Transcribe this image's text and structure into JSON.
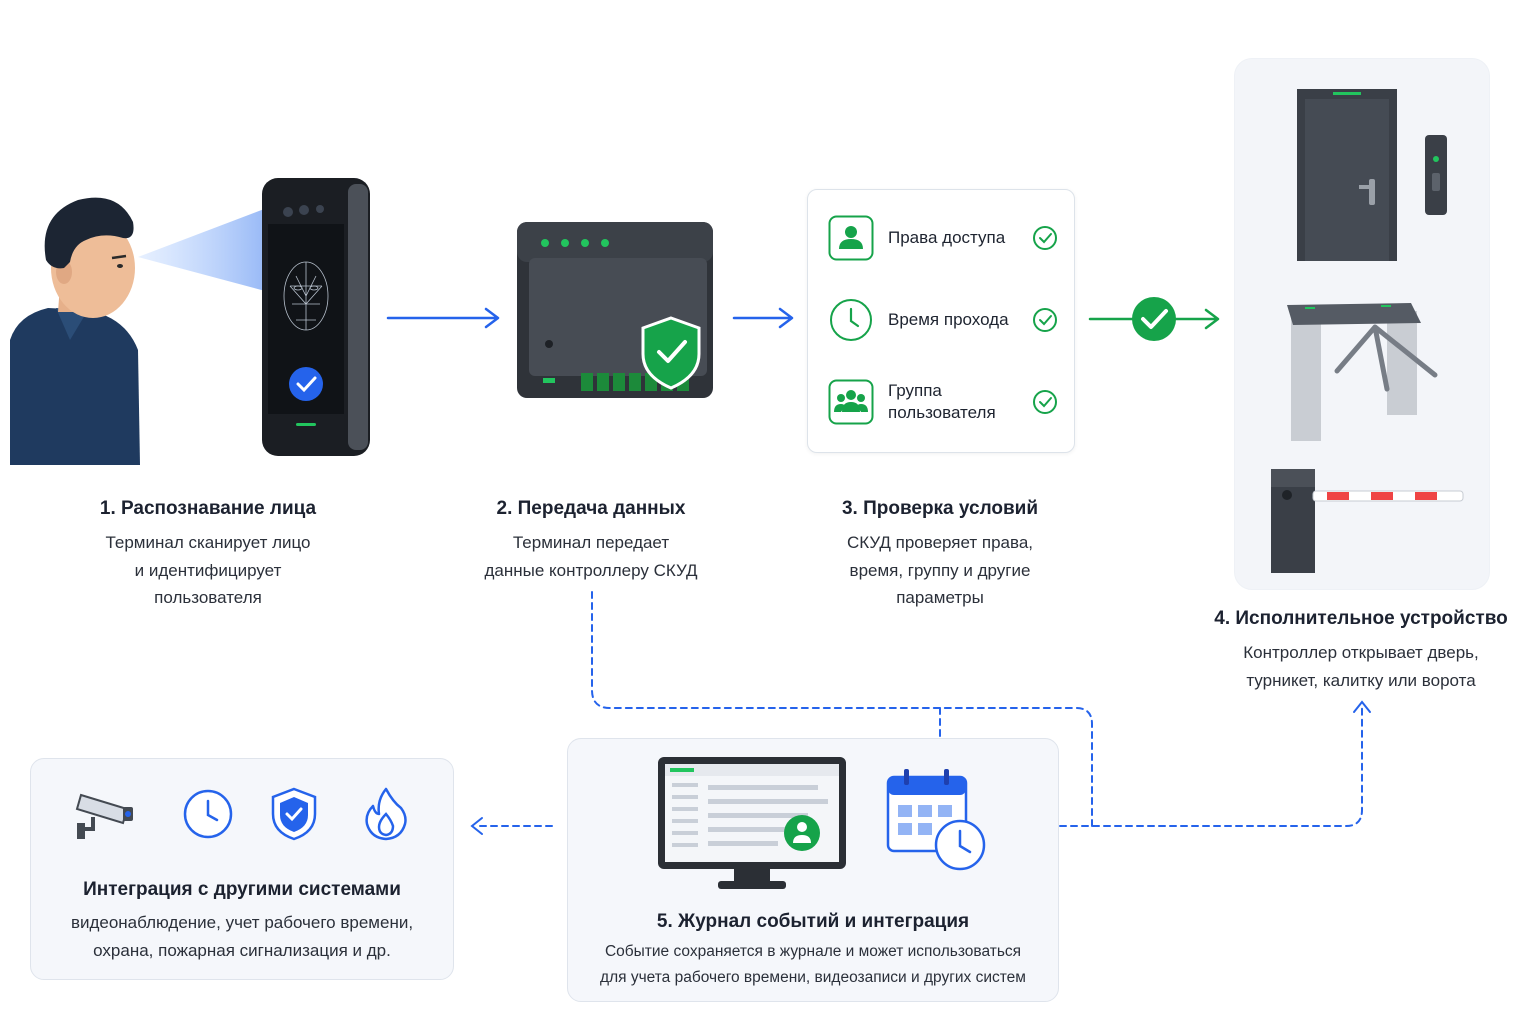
{
  "steps": {
    "face": {
      "title": "1. Распознавание лица",
      "lines": [
        "Терминал сканирует лицо",
        "и идентифицирует",
        "пользователя"
      ]
    },
    "transfer": {
      "title": "2. Передача данных",
      "lines": [
        "Терминал передает",
        "данные контроллеру СКУД"
      ]
    },
    "check": {
      "title": "3. Проверка условий",
      "lines": [
        "СКУД проверяет права,",
        "время, группу и другие",
        "параметры"
      ],
      "items": [
        {
          "label": "Права доступа",
          "icon": "user-icon"
        },
        {
          "label": "Время прохода",
          "icon": "clock-icon"
        },
        {
          "label_lines": [
            "Группа",
            "пользователя"
          ],
          "icon": "group-icon"
        }
      ]
    },
    "actuator": {
      "title": "4. Исполнительное устройство",
      "lines": [
        "Контроллер открывает дверь,",
        "турникет, калитку или ворота"
      ]
    },
    "journal": {
      "title": "5. Журнал событий и интеграция",
      "lines": [
        "Событие сохраняется в журнале и может использоваться",
        "для учета рабочего времени, видеозаписи и других систем"
      ]
    }
  },
  "integration": {
    "title": "Интеграция с другими системами",
    "lines": [
      "видеонаблюдение, учет рабочего времени,",
      "охрана, пожарная сигнализация и др."
    ],
    "icons": [
      "camera-icon",
      "clock-icon",
      "shield-icon",
      "fire-icon"
    ]
  },
  "colors": {
    "accent_blue": "#2563eb",
    "accent_green": "#16a34a",
    "dark_device": "#3a3f47"
  }
}
